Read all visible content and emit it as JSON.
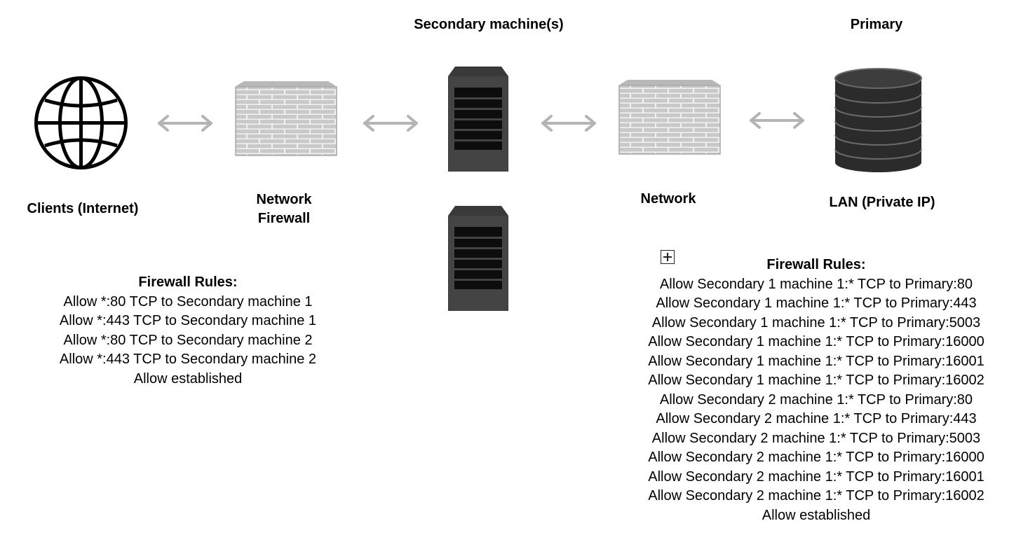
{
  "labels": {
    "clients": "Clients (Internet)",
    "network_firewall_line1": "Network",
    "network_firewall_line2": "Firewall",
    "secondary": "Secondary machine(s)",
    "network": "Network",
    "primary": "Primary",
    "lan": "LAN (Private IP)"
  },
  "left_rules": {
    "title": "Firewall Rules:",
    "items": [
      "Allow *:80 TCP to Secondary machine 1",
      "Allow *:443 TCP to Secondary machine 1",
      "Allow *:80 TCP to Secondary machine 2",
      "Allow *:443 TCP to Secondary machine 2",
      "Allow established"
    ]
  },
  "right_rules": {
    "title": "Firewall Rules:",
    "items": [
      "Allow Secondary 1 machine 1:* TCP to Primary:80",
      "Allow Secondary 1 machine 1:* TCP to Primary:443",
      "Allow Secondary 1 machine 1:* TCP to Primary:5003",
      "Allow Secondary 1 machine 1:* TCP to Primary:16000",
      "Allow Secondary 1 machine 1:* TCP to Primary:16001",
      "Allow Secondary 1 machine 1:* TCP to Primary:16002",
      "Allow Secondary 2 machine 1:* TCP to Primary:80",
      "Allow Secondary 2 machine 1:* TCP to Primary:443",
      "Allow Secondary 2 machine 1:* TCP to Primary:5003",
      "Allow Secondary 2 machine 1:* TCP to Primary:16000",
      "Allow Secondary 2 machine 1:* TCP to Primary:16001",
      "Allow Secondary 2 machine 1:* TCP to Primary:16002",
      "Allow established"
    ]
  },
  "icons": {
    "internet": "globe-icon",
    "firewall": "brick-wall-icon",
    "server": "server-tower-icon",
    "database": "database-icon",
    "connector": "double-arrow-icon",
    "expand": "expand-box-icon"
  },
  "colors": {
    "brick_fill": "#c9c9c9",
    "brick_mortar": "#f2f2f2",
    "server_body": "#3a3a3a",
    "server_slot": "#0d0d0d",
    "db_body": "#2b2b2b",
    "arrow": "#b4b4b4"
  }
}
